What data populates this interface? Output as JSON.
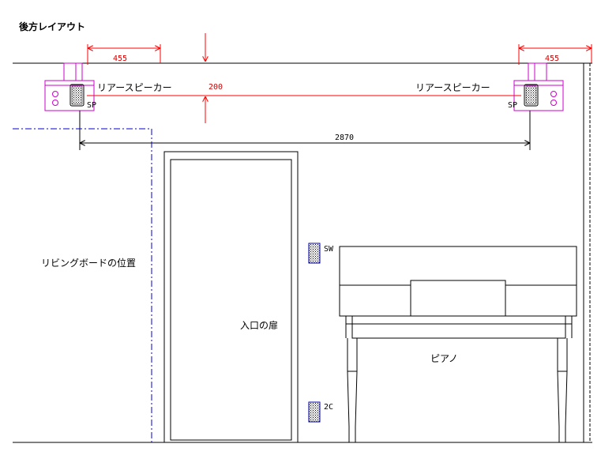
{
  "title": "後方レイアウト",
  "labels": {
    "rear_speaker_left": "リアースピーカー",
    "rear_speaker_right": "リアースピーカー",
    "sp_left": "SP",
    "sp_right": "SP",
    "living_board": "リビングボードの位置",
    "entrance_door": "入口の扉",
    "piano": "ピアノ",
    "sw": "SW",
    "outlet": "2C"
  },
  "dimensions": {
    "left_offset": "455",
    "right_offset": "455",
    "ceiling_drop": "200",
    "speaker_span": "2870"
  },
  "colors": {
    "dimension": "#ff0000",
    "speaker": "#cc00cc",
    "living_board": "#0000cc",
    "outline": "#000000",
    "panel": "#0000aa"
  }
}
